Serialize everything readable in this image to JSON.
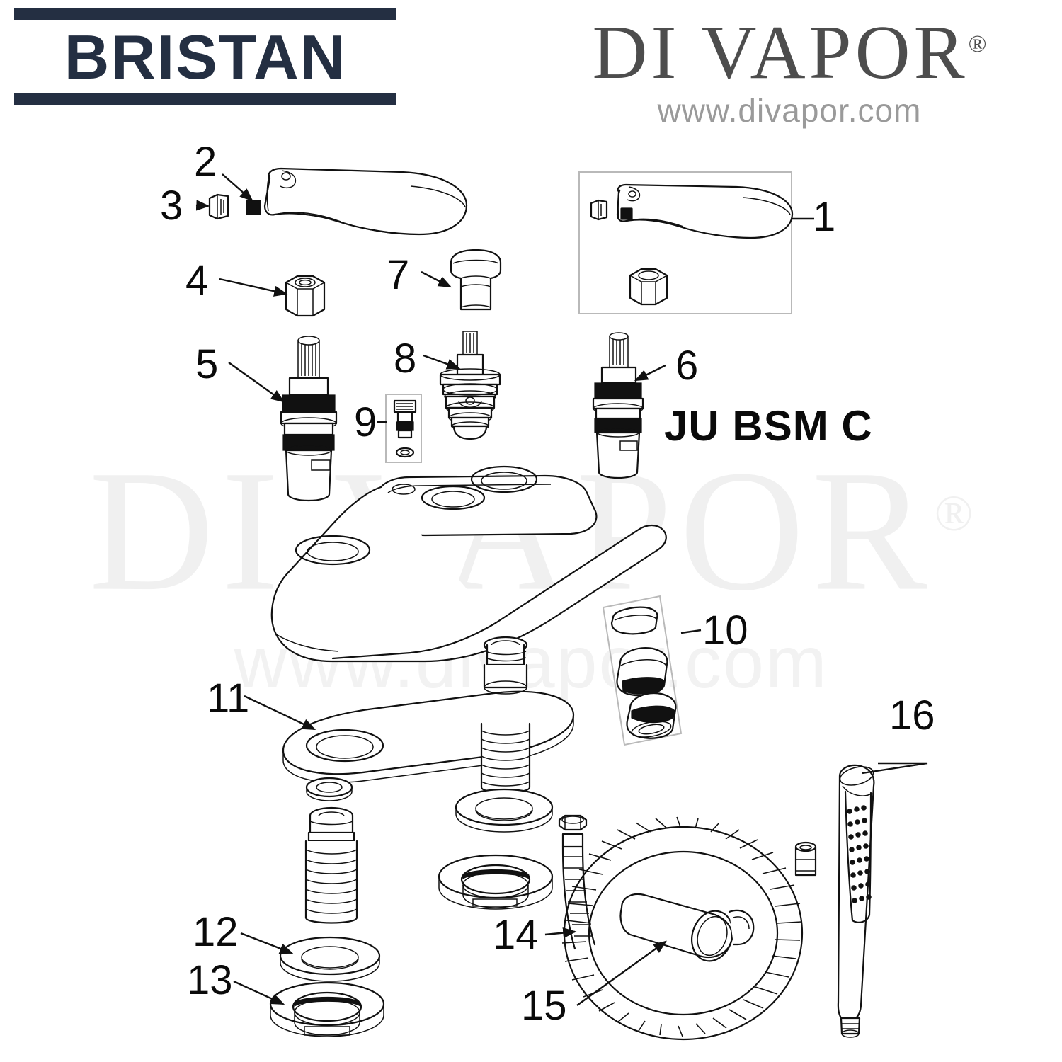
{
  "header": {
    "brand_logo": {
      "text": "BRISTAN",
      "color": "#242f42"
    },
    "supplier_logo": {
      "name": "DI VAPOR",
      "registered_mark": "®",
      "url": "www.divapor.com",
      "color": "#4d4d4d",
      "url_color": "#9a9a9a"
    }
  },
  "watermark": {
    "name": "DI VAPOR",
    "registered_mark": "®",
    "url": "www.divapor.com",
    "color": "#f0f0f0"
  },
  "diagram": {
    "product_code": "JU BSM C",
    "callouts": [
      {
        "id": "1",
        "label": "1",
        "part": "handle-assembly-group"
      },
      {
        "id": "2",
        "label": "2",
        "part": "grub-screw"
      },
      {
        "id": "3",
        "label": "3",
        "part": "index-cap"
      },
      {
        "id": "4",
        "label": "4",
        "part": "handle-retaining-nut"
      },
      {
        "id": "5",
        "label": "5",
        "part": "valve-cartridge-left"
      },
      {
        "id": "6",
        "label": "6",
        "part": "valve-cartridge-right"
      },
      {
        "id": "7",
        "label": "7",
        "part": "shroud-cover"
      },
      {
        "id": "8",
        "label": "8",
        "part": "diverter-cartridge"
      },
      {
        "id": "9",
        "label": "9",
        "part": "diverter-insert-and-oring"
      },
      {
        "id": "10",
        "label": "10",
        "part": "aerator-assembly-group"
      },
      {
        "id": "11",
        "label": "11",
        "part": "tap-body-base-plate"
      },
      {
        "id": "12",
        "label": "12",
        "part": "fixing-washer"
      },
      {
        "id": "13",
        "label": "13",
        "part": "fixing-nut-flange"
      },
      {
        "id": "14",
        "label": "14",
        "part": "flexible-shower-hose"
      },
      {
        "id": "15",
        "label": "15",
        "part": "handset-holder-bracket"
      },
      {
        "id": "16",
        "label": "16",
        "part": "shower-handset"
      }
    ]
  }
}
